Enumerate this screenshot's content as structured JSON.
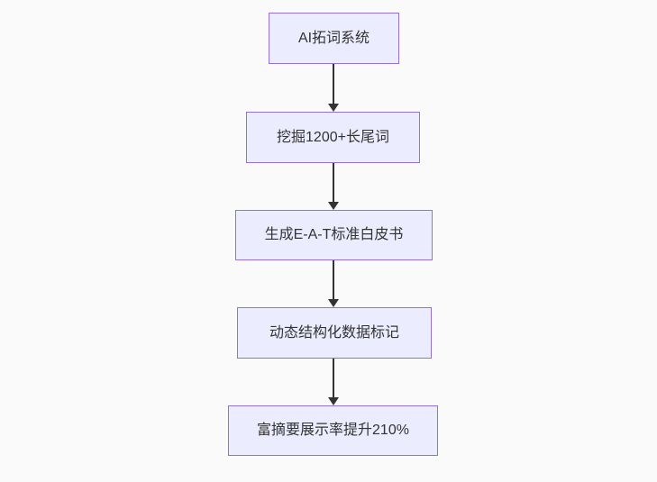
{
  "diagram": {
    "type": "flowchart",
    "direction": "top-to-bottom",
    "nodes": [
      {
        "label": "AI拓词系统"
      },
      {
        "label": "挖掘1200+长尾词"
      },
      {
        "label": "生成E-A-T标准白皮书"
      },
      {
        "label": "动态结构化数据标记"
      },
      {
        "label": "富摘要展示率提升210%"
      }
    ],
    "edges": [
      {
        "from": 0,
        "to": 1,
        "style": "solid-arrow"
      },
      {
        "from": 1,
        "to": 2,
        "style": "solid-arrow"
      },
      {
        "from": 2,
        "to": 3,
        "style": "solid-arrow"
      },
      {
        "from": 3,
        "to": 4,
        "style": "solid-arrow"
      }
    ],
    "colors": {
      "background": "#fafafa",
      "node_fill": "#ececff",
      "node_border": "#9370db",
      "node_text": "#333333",
      "arrow": "#333333"
    }
  }
}
